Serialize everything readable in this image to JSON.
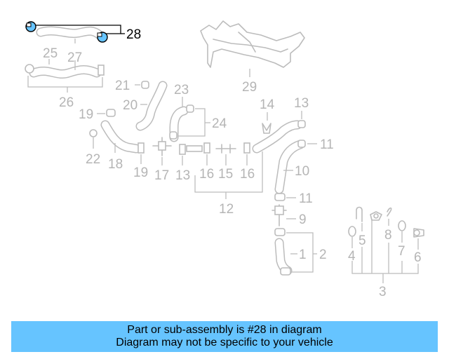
{
  "highlight_color": "#66c4ff",
  "callouts": {
    "n1": "1",
    "n2": "2",
    "n3": "3",
    "n4": "4",
    "n5": "5",
    "n6": "6",
    "n7": "7",
    "n8": "8",
    "n9": "9",
    "n10": "10",
    "n11a": "11",
    "n11b": "11",
    "n12": "12",
    "n13a": "13",
    "n13b": "13",
    "n14": "14",
    "n15": "15",
    "n16a": "16",
    "n16b": "16",
    "n17": "17",
    "n18": "18",
    "n19a": "19",
    "n19b": "19",
    "n20": "20",
    "n21": "21",
    "n22": "22",
    "n23": "23",
    "n24": "24",
    "n25": "25",
    "n26": "26",
    "n27": "27",
    "n28": "28",
    "n29": "29"
  },
  "banner": {
    "line1": "Part or sub-assembly is #28 in diagram",
    "line2": "Diagram may not be specific to your vehicle"
  }
}
